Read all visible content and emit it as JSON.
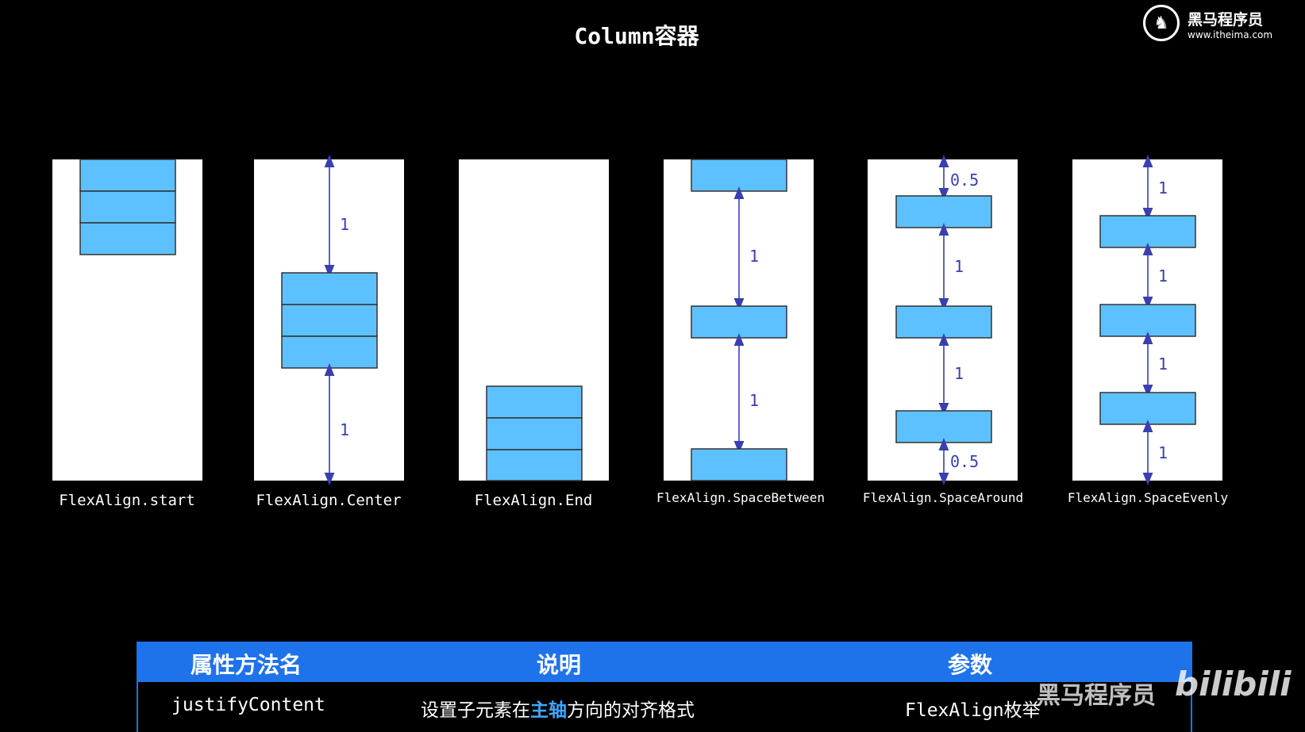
{
  "slide": {
    "title": "Column容器"
  },
  "logo": {
    "icon": "horse-head-icon",
    "name": "黑马程序员",
    "url": "www.itheima.com"
  },
  "diagrams": [
    {
      "label": "FlexAlign.start",
      "gaps": []
    },
    {
      "label": "FlexAlign.Center",
      "gaps": [
        "1",
        "1"
      ]
    },
    {
      "label": "FlexAlign.End",
      "gaps": []
    },
    {
      "label": "FlexAlign.SpaceBetween",
      "gaps": [
        "1",
        "1"
      ]
    },
    {
      "label": "FlexAlign.SpaceAround",
      "gaps": [
        "0.5",
        "1",
        "1",
        "0.5"
      ]
    },
    {
      "label": "FlexAlign.SpaceEvenly",
      "gaps": [
        "1",
        "1",
        "1",
        "1"
      ]
    }
  ],
  "table": {
    "headers": [
      "属性方法名",
      "说明",
      "参数"
    ],
    "row": {
      "name": "justifyContent",
      "desc_pre": "设置子元素在",
      "desc_hl": "主轴",
      "desc_post": "方向的对齐格式",
      "param": "FlexAlign枚举"
    }
  },
  "watermark": {
    "name": "黑马程序员",
    "brand": "bilibili"
  },
  "colors": {
    "block": "#5ec1ff",
    "arrow": "#3a3fb0",
    "table_header": "#1f73ea",
    "highlight": "#3fa9ff"
  }
}
